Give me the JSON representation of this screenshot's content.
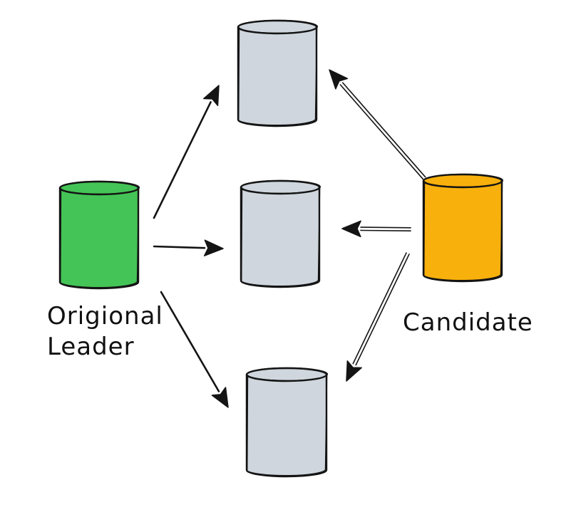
{
  "labels": {
    "leader_line1": "Origional",
    "leader_line2": "Leader",
    "candidate": "Candidate"
  },
  "colors": {
    "leader_fill": "#44c456",
    "candidate_fill": "#f8b00c",
    "follower_fill": "#cfd6de",
    "stroke": "#141414"
  },
  "nodes": [
    {
      "id": "leader",
      "role": "original-leader"
    },
    {
      "id": "candidate",
      "role": "candidate"
    },
    {
      "id": "follower-top",
      "role": "follower"
    },
    {
      "id": "follower-middle",
      "role": "follower"
    },
    {
      "id": "follower-bottom",
      "role": "follower"
    }
  ],
  "edges": [
    {
      "from": "leader",
      "to": "follower-top"
    },
    {
      "from": "leader",
      "to": "follower-middle"
    },
    {
      "from": "leader",
      "to": "follower-bottom"
    },
    {
      "from": "candidate",
      "to": "follower-top"
    },
    {
      "from": "candidate",
      "to": "follower-middle"
    },
    {
      "from": "candidate",
      "to": "follower-bottom"
    }
  ]
}
